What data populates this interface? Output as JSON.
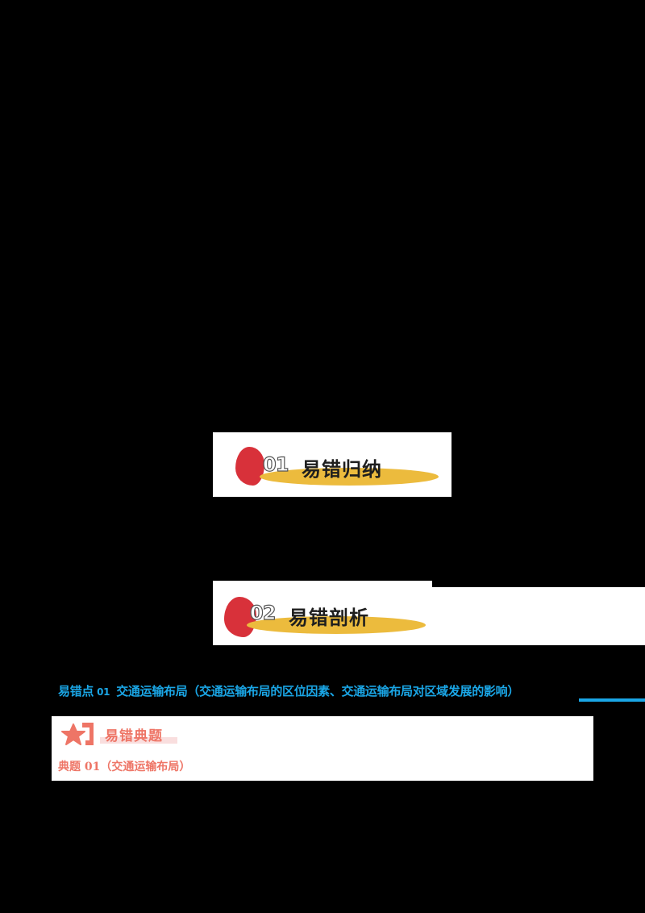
{
  "sections": [
    {
      "number": "01",
      "title": "易错归纳"
    },
    {
      "number": "02",
      "title": "易错剖析"
    }
  ],
  "error_point": {
    "label": "易错点",
    "code": "01",
    "title": "交通运输布局（交通运输布局的区位因素、交通运输布局对区域发展的影响）"
  },
  "typical_card": {
    "heading": "易错典题",
    "subheading": "典题 01（交通运输布局）"
  },
  "colors": {
    "accent_blue": "#1aa6e6",
    "banner_red": "#d8313a",
    "banner_yellow": "#ecbb3d",
    "card_salmon": "#ee7566"
  }
}
